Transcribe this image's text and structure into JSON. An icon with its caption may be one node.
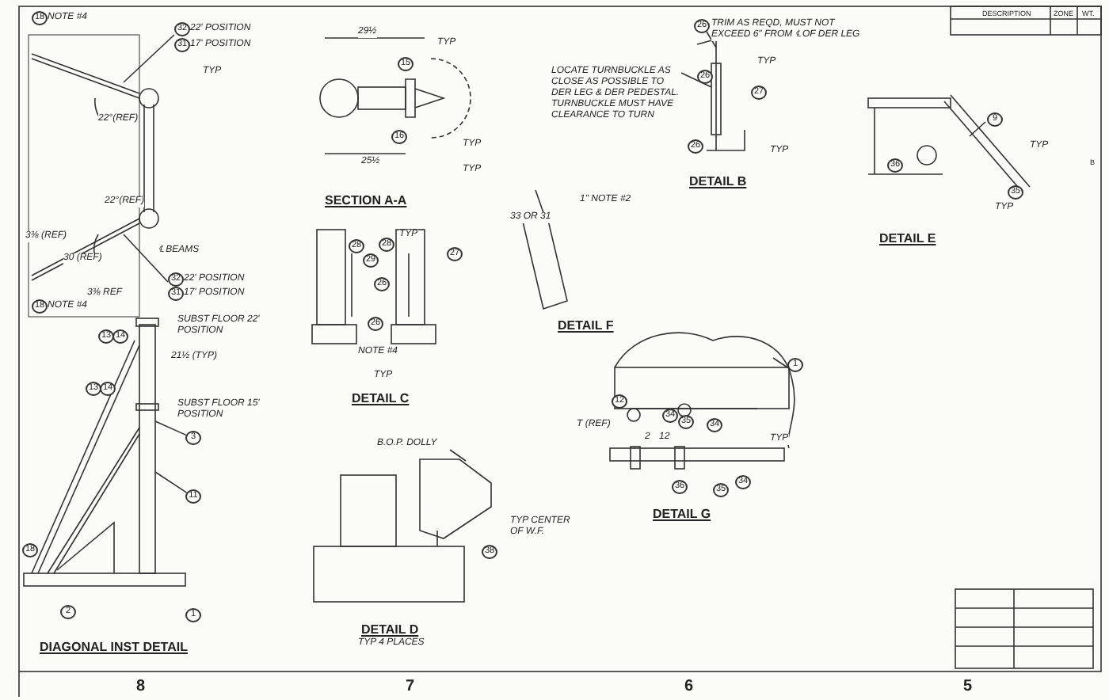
{
  "diagram": {
    "nodes": [
      {
        "text": [
          "3"
        ]
      },
      {
        "text": [
          "11"
        ]
      }
    ],
    "edges": [
      {
        "from": 0,
        "to": null,
        "arrow": "none"
      },
      {
        "from": 1,
        "to": null,
        "arrow": "none"
      }
    ],
    "labels": [
      "18",
      "NOTE #4",
      "32",
      "22' POSITION",
      "31",
      "17' POSITION",
      "TYP",
      "22°(REF)",
      "22°(REF)",
      "3⅜ (REF)",
      "℄ BEAMS",
      "30 (REF)",
      "3⅜ REF",
      "32",
      "22' POSITION",
      "31",
      "17' POSITION",
      "18",
      "NOTE #4",
      "29½",
      "TYP",
      "15",
      "16",
      "TYP",
      "25½",
      "TYP",
      "SECTION A-A",
      "26",
      "TRIM AS REQD, MUST NOT EXCEED 6\" FROM ℄ OF DER LEG",
      "TYP",
      "LOCATE TURNBUCKLE AS CLOSE AS POSSIBLE TO DER LEG & DER PEDESTAL. TURNBUCKLE MUST HAVE CLEARANCE TO TURN",
      "26",
      "27",
      "26",
      "TYP",
      "DETAIL B",
      "9",
      "TYP",
      "36",
      "35",
      "TYP",
      "DETAIL E",
      "33 OR 31",
      "1\" NOTE #2",
      "DETAIL F",
      "TYP",
      "28",
      "29",
      "28",
      "27",
      "26",
      "26",
      "NOTE #4",
      "TYP",
      "DETAIL C",
      "13",
      "14",
      "SUBST FLOOR 22' POSITION",
      "21½ (TYP)",
      "13",
      "14",
      "SUBST FLOOR 15' POSITION",
      "18",
      "2",
      "1",
      "DIAGONAL INST DETAIL",
      "B.O.P. DOLLY",
      "TYP CENTER OF W.F.",
      "38",
      "DETAIL D",
      "TYP 4 PLACES",
      "1",
      "12",
      "T (REF)",
      "34",
      "35",
      "34",
      "2",
      "12",
      "TYP",
      "36",
      "35",
      "34",
      "DETAIL G",
      "DESCRIPTION",
      "ZONE",
      "WT.",
      "8",
      "7",
      "6",
      "5",
      "B"
    ]
  }
}
